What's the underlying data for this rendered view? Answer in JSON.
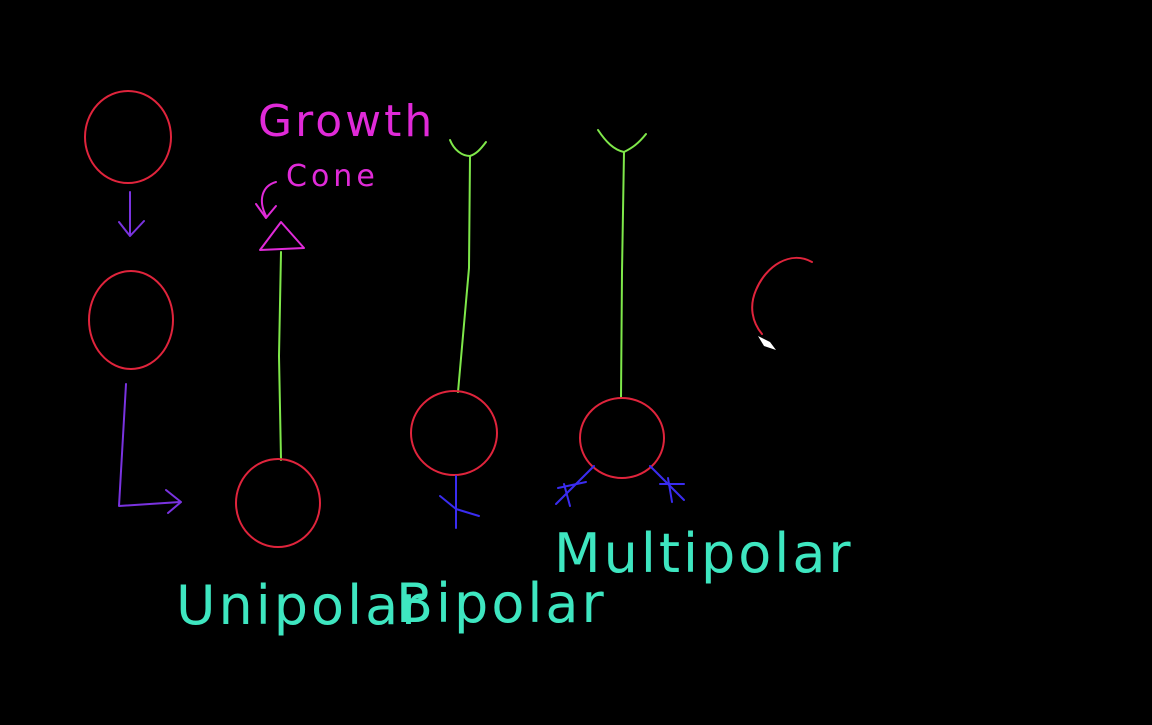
{
  "colors": {
    "background": "#000000",
    "cell_body": "#e0243c",
    "axon": "#7fe84a",
    "dendrite": "#3a2cf0",
    "arrow": "#7a33e0",
    "growth_cone": "#e02ad8",
    "label": "#3ee6c0",
    "cursor": "#ffffff"
  },
  "labels": {
    "growth": "Growth",
    "cone": "Cone",
    "unipolar": "Unipolar",
    "bipolar": "Bipolar",
    "multipolar": "Multipolar"
  }
}
